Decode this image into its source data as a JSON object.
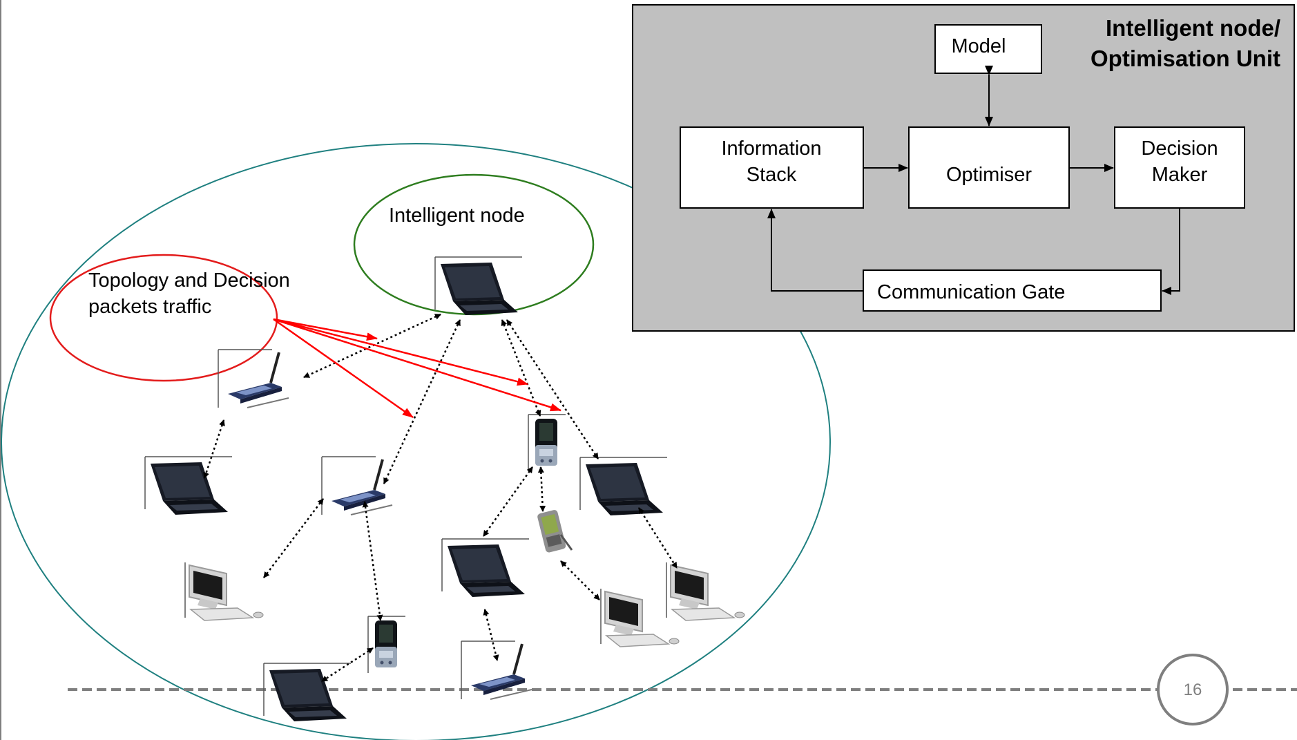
{
  "panel": {
    "title_line1": "Intelligent node/",
    "title_line2": "Optimisation Unit",
    "model": "Model",
    "info_line1": "Information",
    "info_line2": "Stack",
    "optimiser": "Optimiser",
    "decision_line1": "Decision",
    "decision_line2": "Maker",
    "comm_gate": "Communication Gate"
  },
  "network": {
    "intelligent_node_label": "Intelligent node",
    "traffic_line1": "Topology and Decision",
    "traffic_line2": "packets traffic"
  },
  "page_number": "16",
  "colors": {
    "panel_bg": "#c0c0c0",
    "network_ellipse": "#1f8080",
    "intelligent_ellipse": "#2e7d1f",
    "traffic_ellipse": "#e31c1c",
    "traffic_arrow": "#ff0000",
    "footer_line": "#7f7f7f"
  },
  "devices": [
    {
      "type": "laptop-icon"
    },
    {
      "type": "router-icon"
    },
    {
      "type": "laptop-icon"
    },
    {
      "type": "router-icon"
    },
    {
      "type": "desktop-icon"
    },
    {
      "type": "pda-icon"
    },
    {
      "type": "laptop-icon"
    },
    {
      "type": "pda-icon"
    },
    {
      "type": "laptop-icon"
    },
    {
      "type": "pda-icon"
    },
    {
      "type": "desktop-icon"
    },
    {
      "type": "router-icon"
    },
    {
      "type": "laptop-icon"
    },
    {
      "type": "desktop-icon"
    }
  ]
}
